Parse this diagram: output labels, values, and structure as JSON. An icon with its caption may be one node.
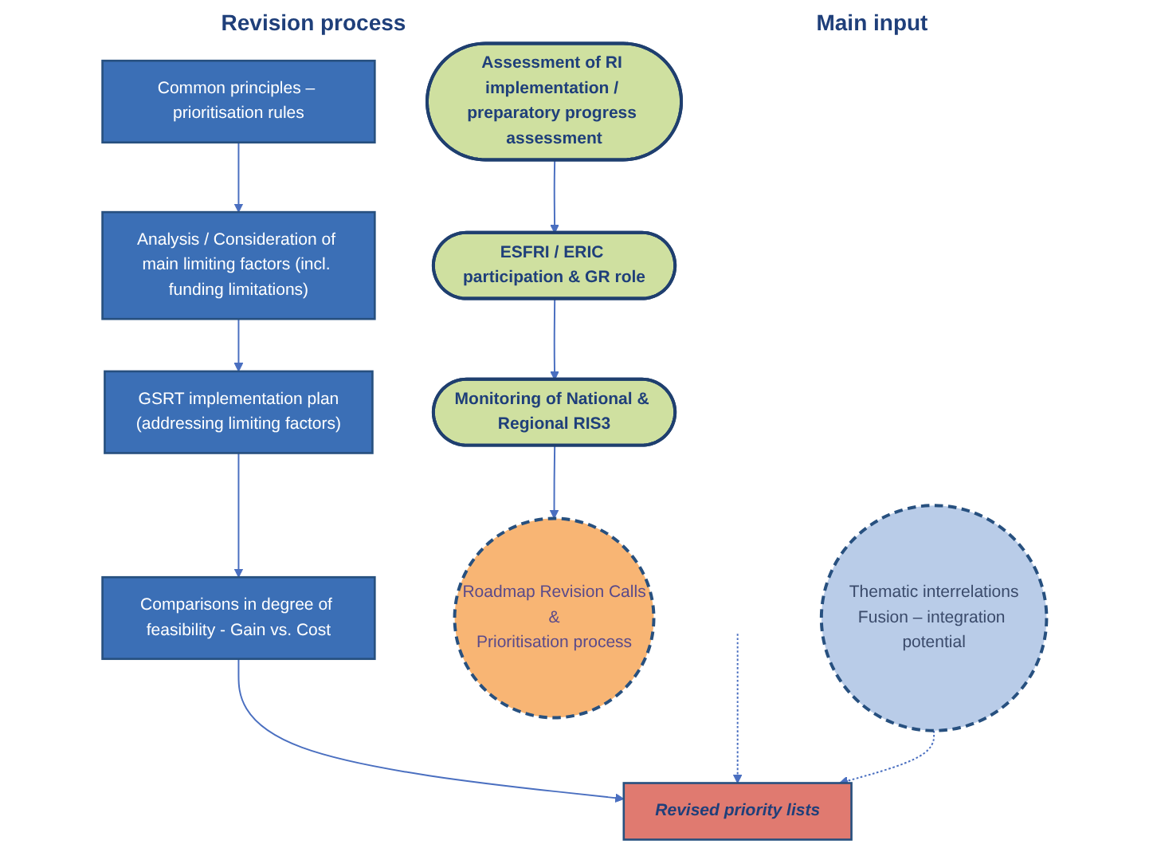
{
  "diagram": {
    "nodes": [
      {
        "text": [
          "Common principles – prioritisation rules"
        ]
      },
      {
        "text": [
          "Analysis / Consideration of main limiting factors (incl. funding limitations)"
        ]
      },
      {
        "text": [
          "GSRT implementation plan",
          "(addressing limiting factors)"
        ]
      },
      {
        "text": [
          "Comparisons in degree of feasibility - Gain vs. Cost"
        ]
      },
      {
        "text": [
          "Revised priority lists"
        ]
      },
      {
        "text": [
          "Assessment of RI implementation / preparatory progress assessment"
        ]
      },
      {
        "text": [
          "ESFRI / ERIC participation & GR role"
        ]
      },
      {
        "text": [
          "Monitoring of National & Regional RIS3"
        ]
      },
      {
        "text": [
          "Roadmap Revision Calls",
          "&",
          "Prioritisation process"
        ]
      },
      {
        "text": [
          "Thematic interrelations",
          "Fusion – integration potential"
        ]
      }
    ],
    "edges": [
      {
        "from": 0,
        "to": 1,
        "arrow": "to"
      },
      {
        "from": 1,
        "to": 2,
        "arrow": "to"
      },
      {
        "from": 2,
        "to": 3,
        "arrow": "to"
      },
      {
        "from": 3,
        "to": 4,
        "arrow": "to"
      },
      {
        "from": 5,
        "to": 6,
        "arrow": "to"
      },
      {
        "from": 6,
        "to": 7,
        "arrow": "to"
      },
      {
        "from": 7,
        "to": 8,
        "arrow": "to"
      },
      {
        "from": null,
        "to": 4,
        "arrow": "to",
        "style": "dashed"
      },
      {
        "from": 9,
        "to": 4,
        "arrow": "to",
        "style": "dashed"
      }
    ],
    "labels": [
      "Revision process",
      "Main input"
    ]
  }
}
